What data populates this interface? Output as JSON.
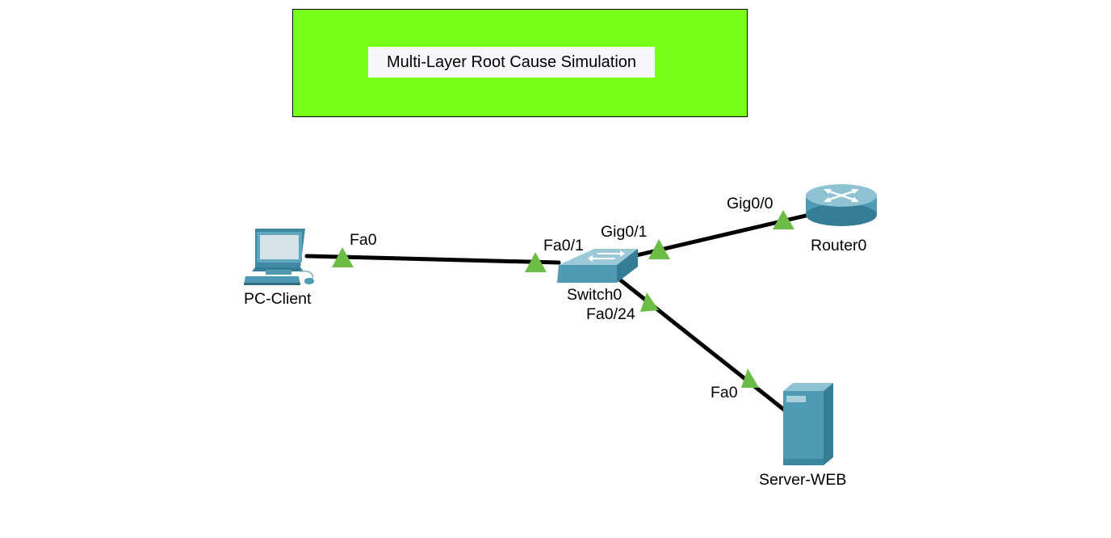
{
  "banner": {
    "title": "Multi-Layer Root Cause Simulation",
    "background": "#77ff1b",
    "border": "#000000"
  },
  "devices": {
    "pc": {
      "name": "PC-Client",
      "icon": "pc-icon"
    },
    "switch": {
      "name": "Switch0",
      "icon": "switch-icon"
    },
    "router": {
      "name": "Router0",
      "icon": "router-icon"
    },
    "server": {
      "name": "Server-WEB",
      "icon": "server-icon"
    }
  },
  "links": [
    {
      "from": "PC-Client",
      "from_port": "Fa0",
      "to": "Switch0",
      "to_port": "Fa0/1",
      "status": "up"
    },
    {
      "from": "Switch0",
      "from_port": "Gig0/1",
      "to": "Router0",
      "to_port": "Gig0/0",
      "status": "up"
    },
    {
      "from": "Switch0",
      "from_port": "Fa0/24",
      "to": "Server-WEB",
      "to_port": "Fa0",
      "status": "up"
    }
  ],
  "colors": {
    "link": "#000000",
    "link_up_indicator": "#6cbd45",
    "device_teal": "#4e9bb3"
  }
}
